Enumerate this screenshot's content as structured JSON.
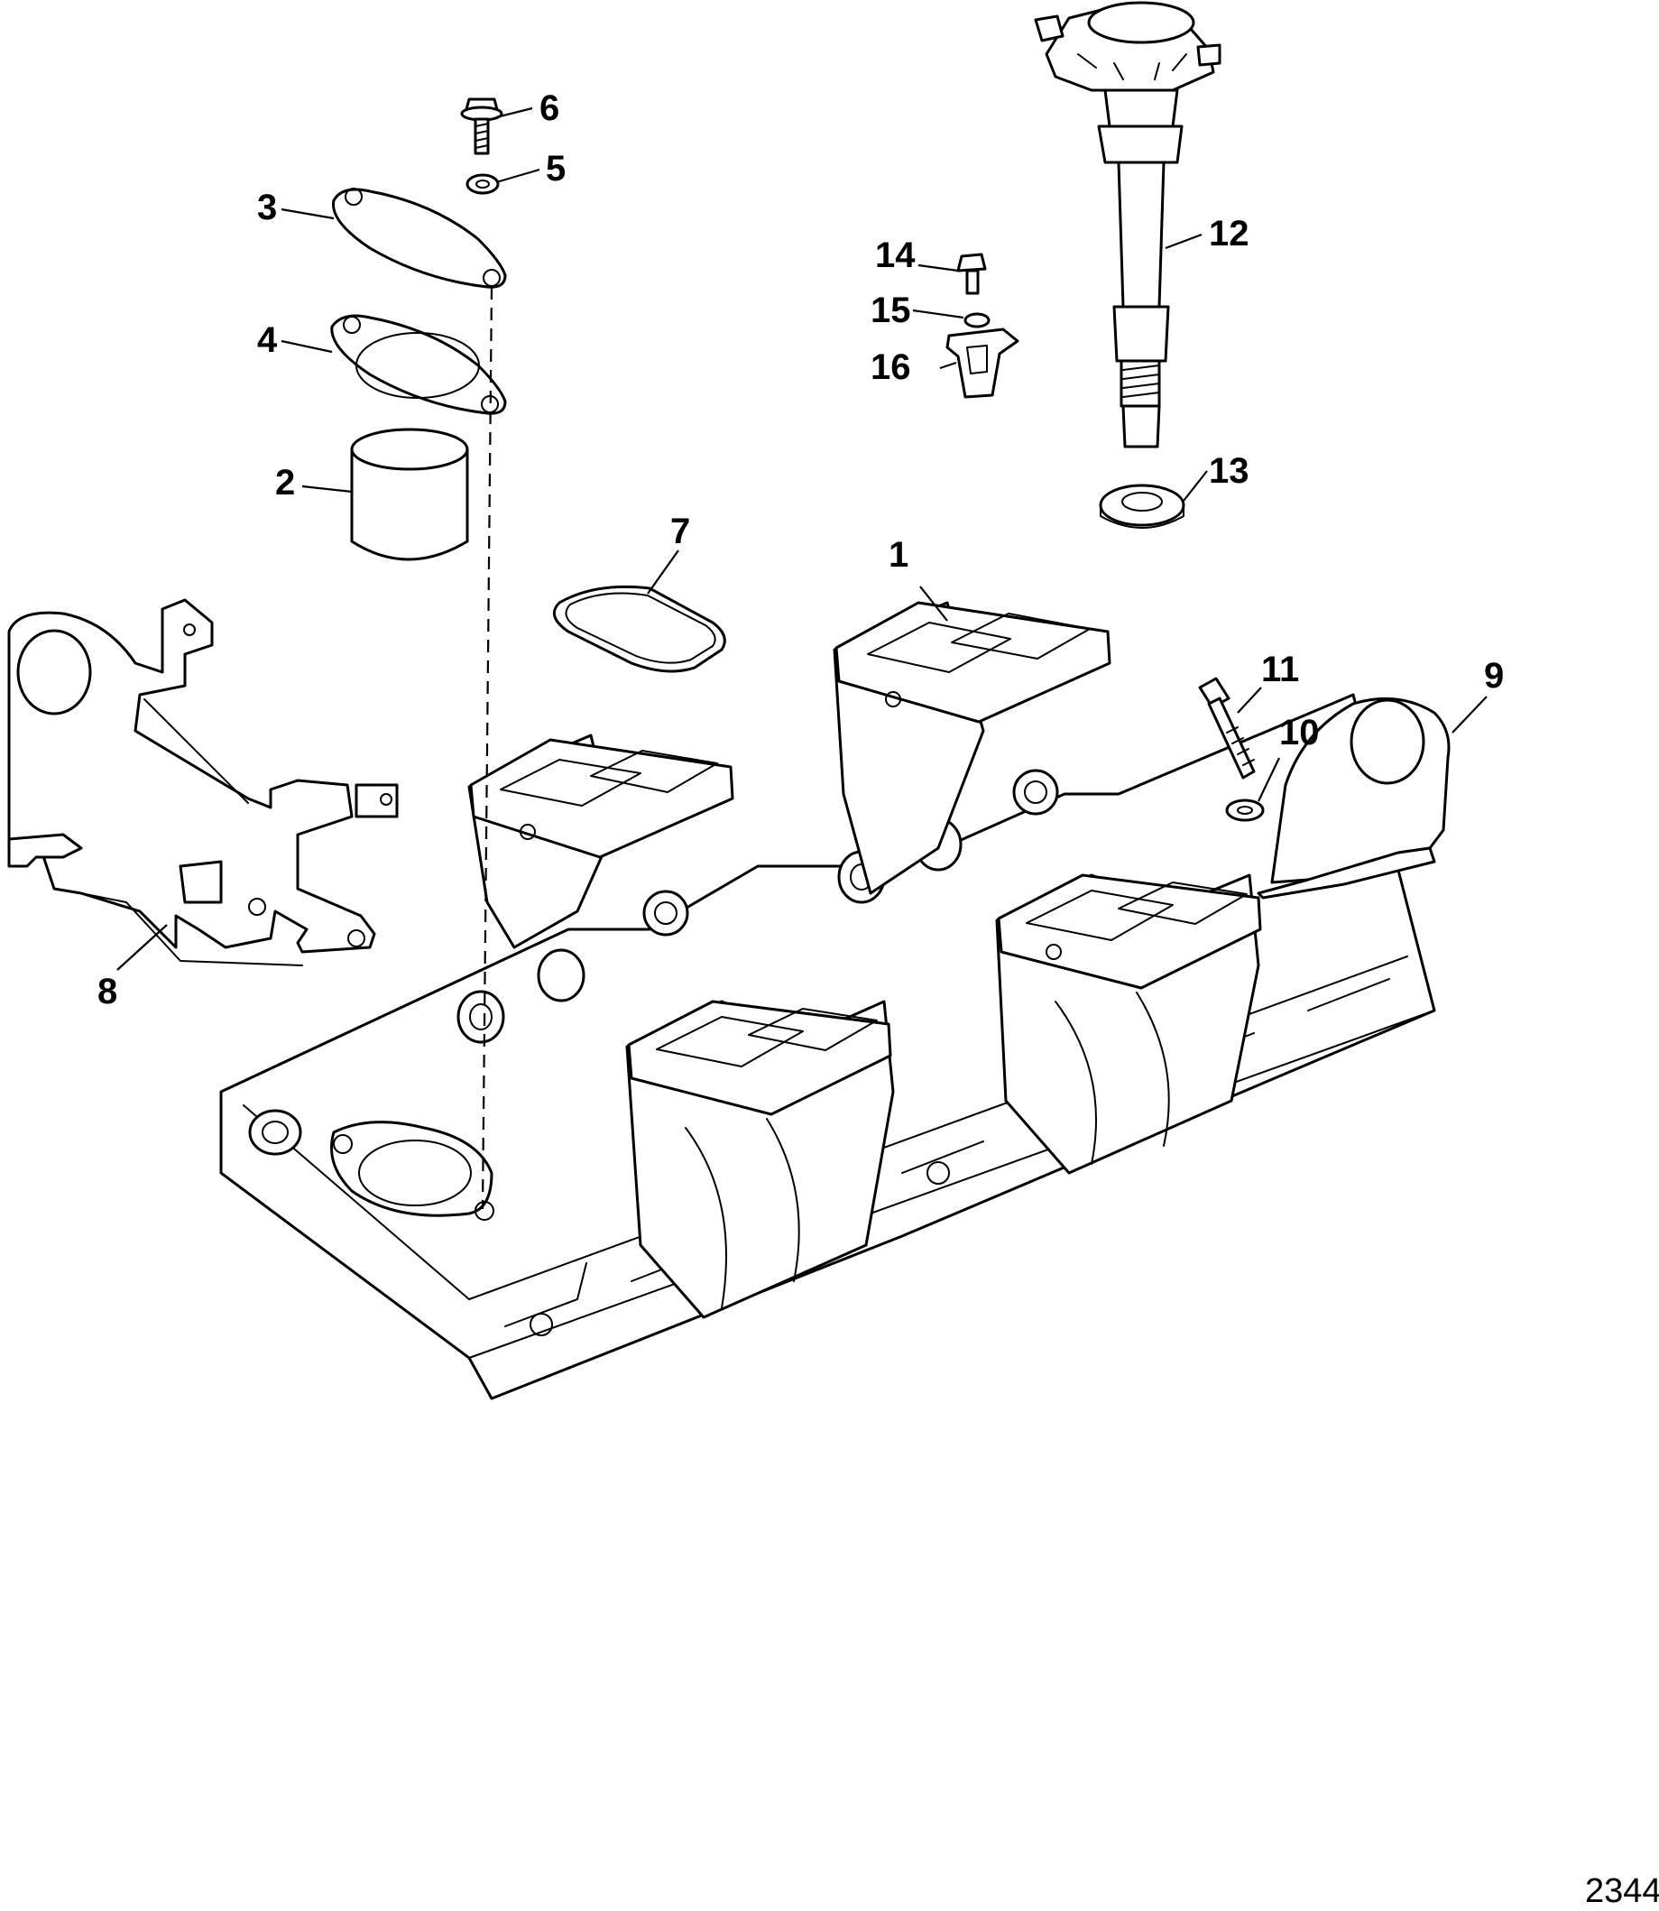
{
  "figure_number": "2344",
  "callouts": [
    {
      "id": "1",
      "label": "1"
    },
    {
      "id": "2",
      "label": "2"
    },
    {
      "id": "3",
      "label": "3"
    },
    {
      "id": "4",
      "label": "4"
    },
    {
      "id": "5",
      "label": "5"
    },
    {
      "id": "6",
      "label": "6"
    },
    {
      "id": "7",
      "label": "7"
    },
    {
      "id": "8",
      "label": "8"
    },
    {
      "id": "9",
      "label": "9"
    },
    {
      "id": "10",
      "label": "10"
    },
    {
      "id": "11",
      "label": "11"
    },
    {
      "id": "12",
      "label": "12"
    },
    {
      "id": "13",
      "label": "13"
    },
    {
      "id": "14",
      "label": "14"
    },
    {
      "id": "15",
      "label": "15"
    },
    {
      "id": "16",
      "label": "16"
    }
  ],
  "colors": {
    "line": "#000000",
    "background": "#ffffff"
  }
}
